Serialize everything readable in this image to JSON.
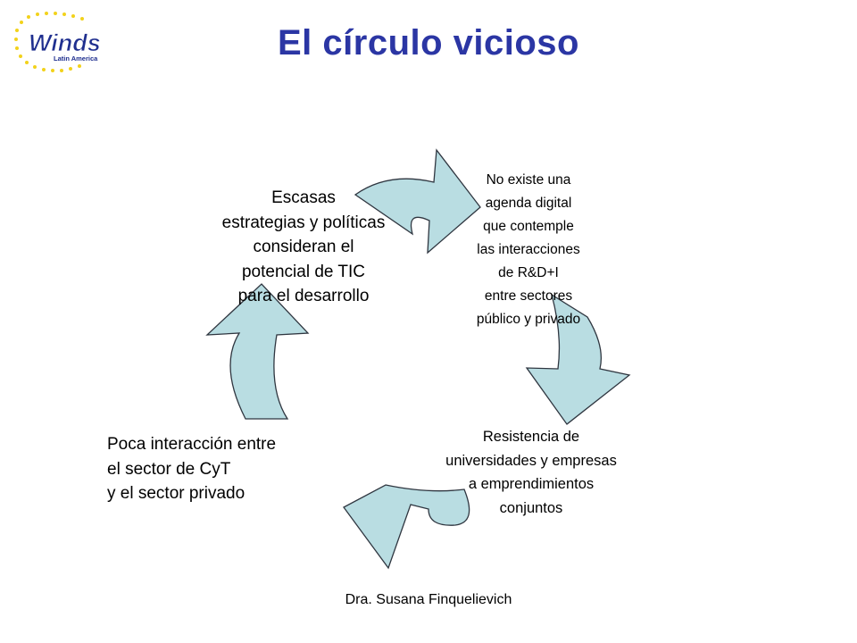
{
  "logo": {
    "brand": "Winds",
    "subtitle": "Latin America",
    "colors": {
      "primary": "#1f2f8f",
      "accent": "#f2d21b"
    }
  },
  "title": "El círculo vicioso",
  "diagram": {
    "arrow_color": "#b9dde2",
    "arrow_stroke": "#2f3640",
    "nodes": [
      {
        "id": "top-right",
        "text": "No existe una\nagenda digital\nque contemple\nlas interacciones\nde R&D+I\nentre sectores\npúblico y privado"
      },
      {
        "id": "bottom-right",
        "text": "Resistencia de\nuniversidades y empresas\na emprendimientos\nconjuntos"
      },
      {
        "id": "bottom-left",
        "text": "Poca interacción entre\n el sector de CyT\ny el sector privado"
      },
      {
        "id": "top-left",
        "text": "Escasas\nestrategias y políticas\nconsideran el\npotencial de TIC\npara el desarrollo"
      }
    ]
  },
  "footer": "Dra. Susana Finquelievich"
}
